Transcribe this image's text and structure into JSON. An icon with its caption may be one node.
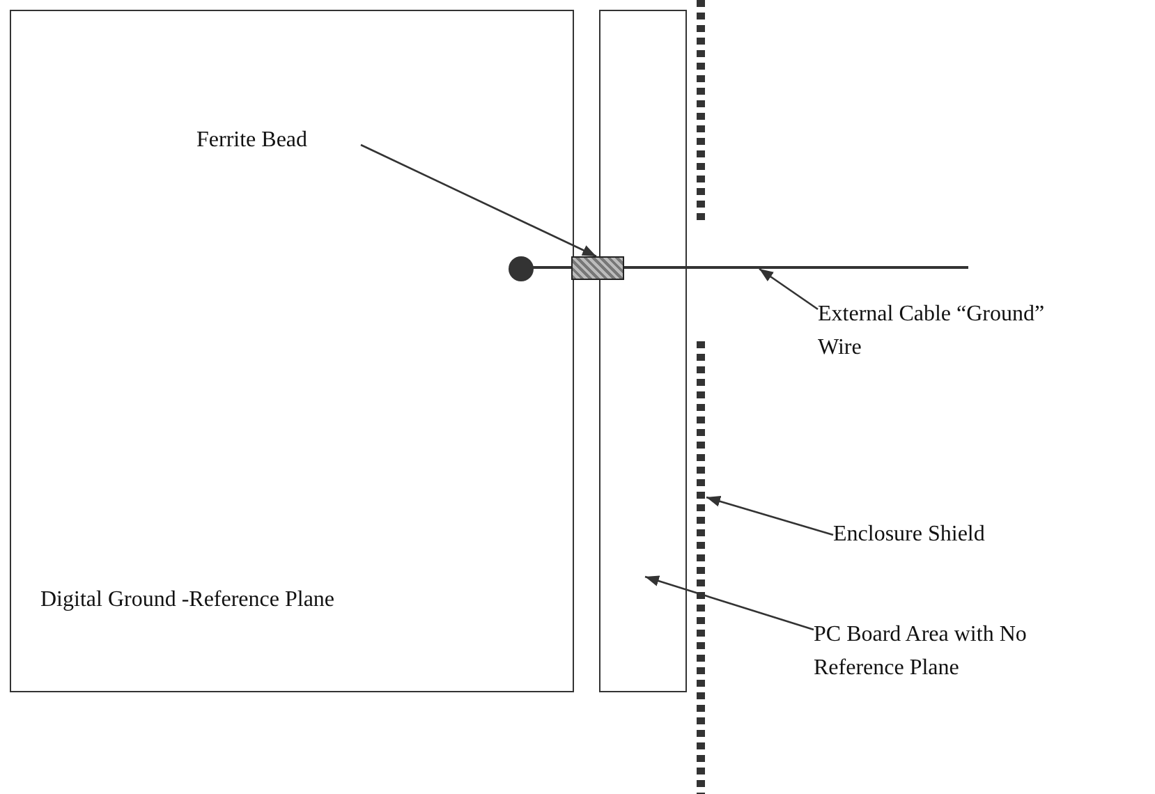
{
  "diagram": {
    "nodes": [
      {
        "text": [
          "Digital Ground -Reference Plane"
        ]
      },
      {
        "text": [],
        "shape": "box"
      },
      {
        "text": [],
        "shape": "bar"
      },
      {
        "text": [],
        "shape": "box"
      },
      {
        "text": [],
        "shape": "circle",
        "in": 0
      },
      {
        "text": [],
        "shape": "line"
      },
      {
        "text": [
          "Ferrite Bead"
        ],
        "in": 0
      },
      {
        "text": [
          "External Cable “Ground” Wire"
        ]
      },
      {
        "text": [
          "Enclosure Shield"
        ]
      },
      {
        "text": [
          "PC Board Area with No Reference Plane"
        ]
      }
    ],
    "edges": [
      {
        "from": 6,
        "to": 3,
        "arrow": "to"
      },
      {
        "from": 7,
        "to": 5,
        "arrow": "to"
      },
      {
        "from": 8,
        "to": 2,
        "arrow": "to"
      },
      {
        "from": 9,
        "to": 1,
        "arrow": "to"
      }
    ]
  }
}
